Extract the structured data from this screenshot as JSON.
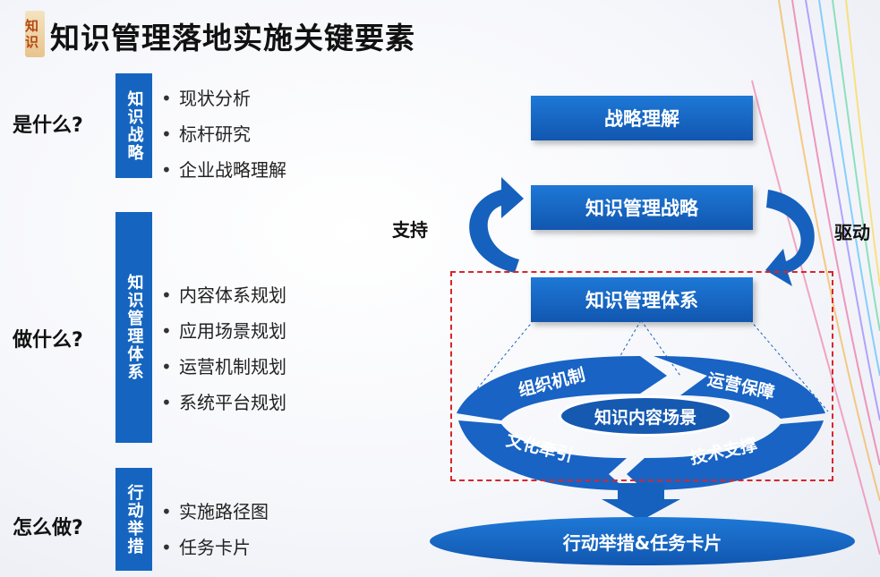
{
  "logo_text": "知识",
  "title": "知识管理落地实施关键要素",
  "sections": [
    {
      "question": "是什么?",
      "bar": "知识战略",
      "items": [
        "现状分析",
        "标杆研究",
        "企业战略理解"
      ]
    },
    {
      "question": "做什么?",
      "bar": "知识管理体系",
      "items": [
        "内容体系规划",
        "应用场景规划",
        "运营机制规划",
        "系统平台规划"
      ]
    },
    {
      "question": "怎么做?",
      "bar": "行动举措",
      "items": [
        "实施路径图",
        "任务卡片"
      ]
    }
  ],
  "bullet_glyph": "•",
  "diagram": {
    "box1": "战略理解",
    "box2": "知识管理战略",
    "box3": "知识管理体系",
    "left_label": "支持",
    "right_label": "驱动",
    "cycle": {
      "top_left": "组织机制",
      "top_right": "运营保障",
      "bottom_left": "文化牵引",
      "bottom_right": "技术支撑",
      "center": "知识内容场景"
    },
    "action": "行动举措&任务卡片"
  },
  "colors": {
    "primary_blue": "#1565c0",
    "dash_red": "#d8262b"
  }
}
